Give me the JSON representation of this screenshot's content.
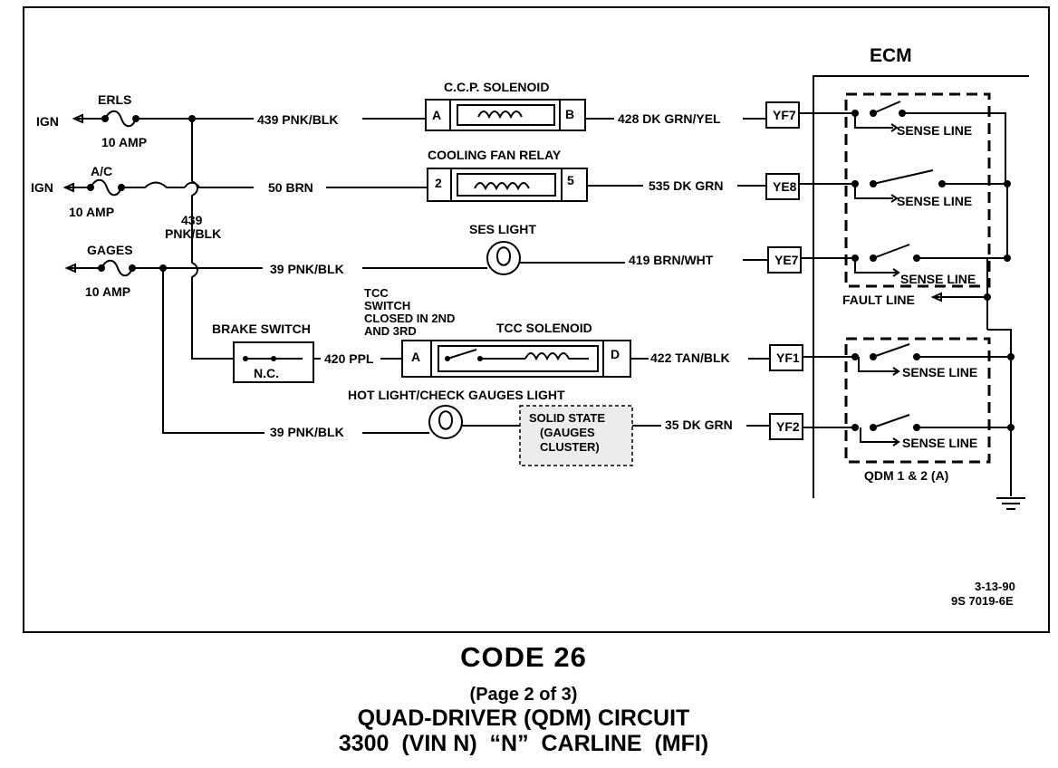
{
  "ecm": {
    "label": "ECM"
  },
  "left_feeds": {
    "erls_label": "ERLS",
    "erls_amp": "10 AMP",
    "ac_label": "A/C",
    "ac_amp": "10 AMP",
    "gages_label": "GAGES",
    "gages_amp": "10 AMP",
    "ign_1": "IGN",
    "ign_2": "IGN",
    "splice_num": "439",
    "splice_color": "PNK/BLK"
  },
  "wires": {
    "w_439": "439 PNK/BLK",
    "w_50": "50 BRN",
    "w_39_top": "39 PNK/BLK",
    "w_420": "420 PPL",
    "w_39_bottom": "39 PNK/BLK",
    "w_428": "428 DK GRN/YEL",
    "w_535": "535 DK GRN",
    "w_419": "419 BRN/WHT",
    "w_422": "422 TAN/BLK",
    "w_35": "35 DK GRN"
  },
  "components": {
    "ccp_title": "C.C.P. SOLENOID",
    "ccp_a": "A",
    "ccp_b": "B",
    "fan_title": "COOLING FAN RELAY",
    "fan_2": "2",
    "fan_5": "5",
    "ses_title": "SES LIGHT",
    "brake_title": "BRAKE SWITCH",
    "brake_nc": "N.C.",
    "tcc_note": [
      "TCC",
      "SWITCH",
      "CLOSED IN 2ND",
      "AND 3RD"
    ],
    "tcc_title": "TCC SOLENOID",
    "tcc_a": "A",
    "tcc_d": "D",
    "hot_title": "HOT LIGHT/CHECK GAUGES LIGHT",
    "solid_state": [
      "SOLID STATE",
      "(GAUGES",
      "CLUSTER)"
    ]
  },
  "terminals": [
    "YF7",
    "YE8",
    "YE7",
    "YF1",
    "YF2"
  ],
  "sense_line": "SENSE LINE",
  "fault_line": "FAULT LINE",
  "qdm_label": "QDM 1 & 2  (A)",
  "stamp": {
    "date": "3-13-90",
    "code": "9S 7019-6E"
  },
  "caption": {
    "title": "CODE 26",
    "page": "(Page 2 of 3)",
    "line1": "QUAD-DRIVER (QDM) CIRCUIT",
    "line2": "3300  (VIN N)  “N”  CARLINE  (MFI)"
  }
}
